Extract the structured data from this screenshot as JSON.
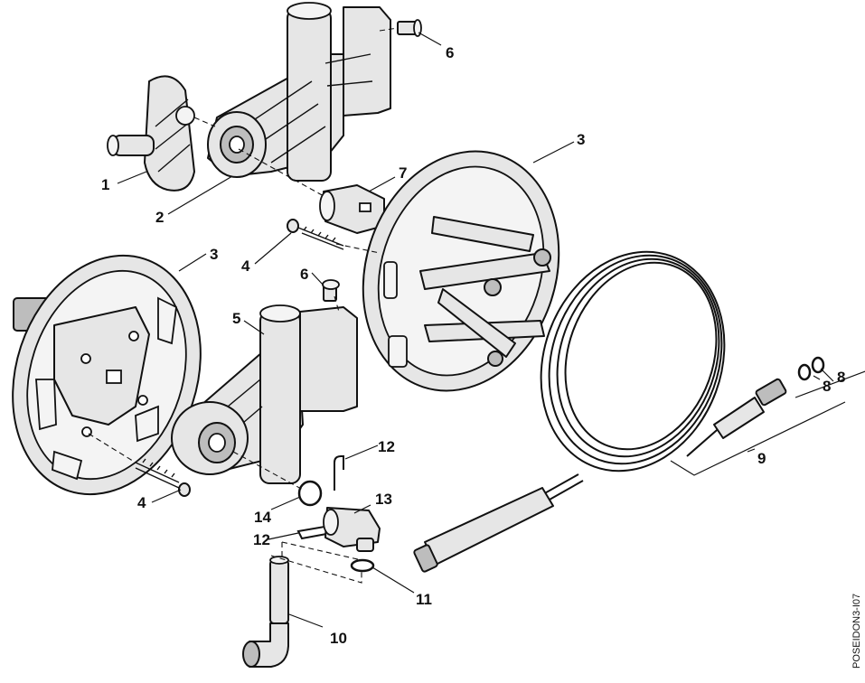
{
  "diagram": {
    "drawing_code": "POSEIDON3-I07",
    "callouts": {
      "c1": "1",
      "c2": "2",
      "c3_top": "3",
      "c3_left": "3",
      "c4_top": "4",
      "c4_bottom": "4",
      "c5": "5",
      "c6_top": "6",
      "c6_mid": "6",
      "c7": "7",
      "c8_a": "8",
      "c8_b": "8",
      "c9": "9",
      "c10": "10",
      "c11": "11",
      "c12_top": "12",
      "c12_bottom": "12",
      "c13": "13",
      "c14": "14"
    }
  }
}
